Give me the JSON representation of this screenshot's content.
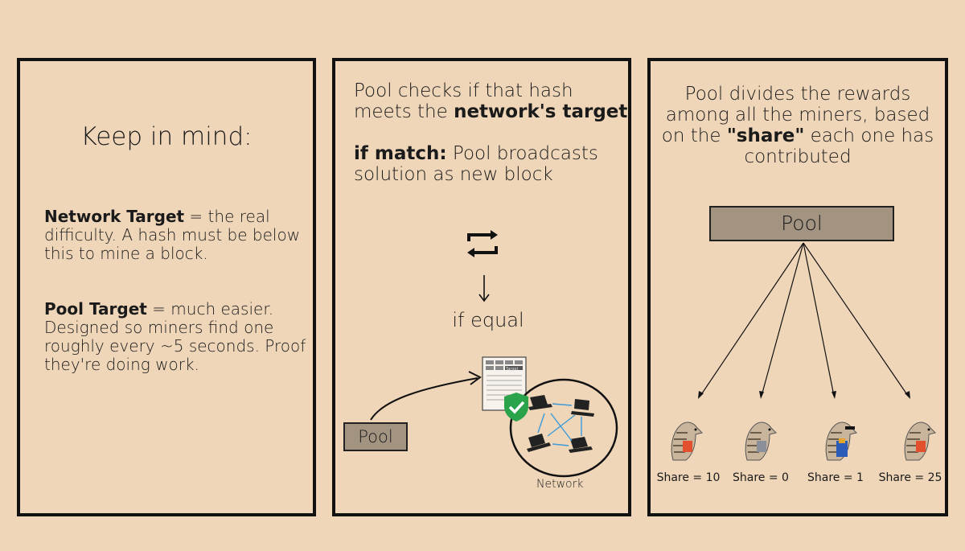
{
  "panel1": {
    "heading": "Keep in mind:",
    "network_term": "Network Target",
    "network_desc": " = the real difficulty. A hash must be below this to mine a block.",
    "pool_term": "Pool Target",
    "pool_desc": " = much easier. Designed so miners find one roughly every ~5 seconds. Proof they're doing work."
  },
  "panel2": {
    "line1_prefix": "Pool checks if that hash meets the ",
    "line1_bold": "network's target",
    "match_bold": "if match:",
    "match_rest": " Pool broadcasts solution as new block",
    "if_equal": "if equal",
    "pool_label": "Pool",
    "network_label": "Network",
    "block_tag": "Target"
  },
  "panel3": {
    "title_prefix": "Pool divides the rewards among all the miners, based on the ",
    "title_bold": "\"share\"",
    "title_suffix": " each one has contributed",
    "pool_label": "Pool",
    "shares": [
      "Share = 10",
      "Share = 0",
      "Share = 1",
      "Share = 25"
    ]
  },
  "colors": {
    "background": "#efd6b9",
    "box_fill": "#a39482",
    "shield": "#2aa34a",
    "arrow_blue": "#3b9ad9",
    "shirt_red": "#e2502e",
    "shirt_grey": "#8a8f99",
    "overalls_blue": "#2d5bb8"
  }
}
